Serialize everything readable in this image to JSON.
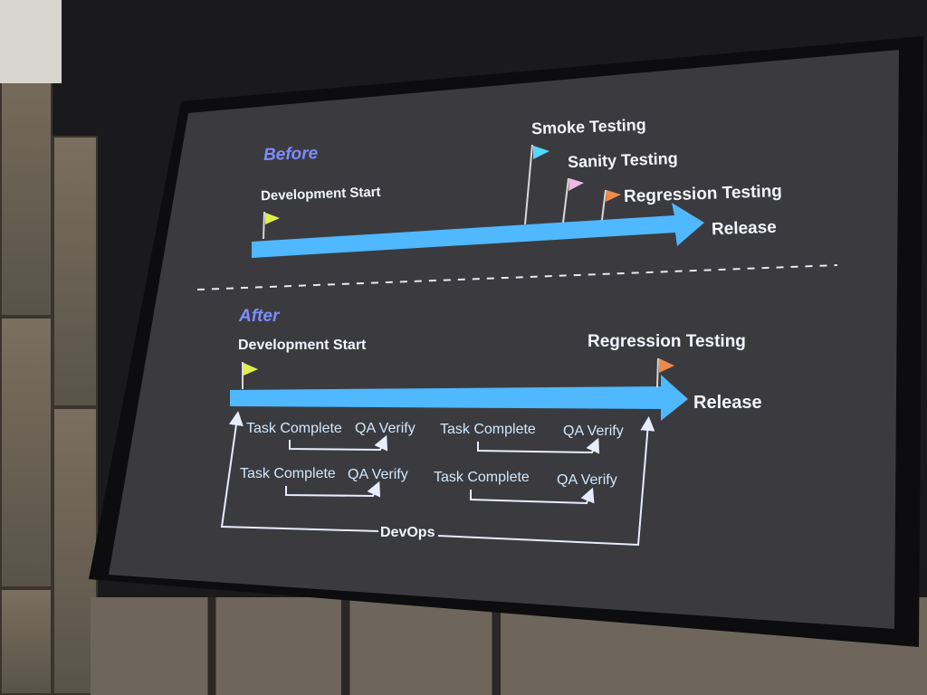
{
  "slide": {
    "before": {
      "heading": "Before",
      "dev_start": "Development Start",
      "smoke": "Smoke Testing",
      "sanity": "Sanity Testing",
      "regression": "Regression Testing",
      "release": "Release"
    },
    "after": {
      "heading": "After",
      "dev_start": "Development Start",
      "regression": "Regression Testing",
      "release": "Release",
      "cycles": [
        {
          "task": "Task Complete",
          "qa": "QA Verify"
        },
        {
          "task": "Task Complete",
          "qa": "QA Verify"
        },
        {
          "task": "Task Complete",
          "qa": "QA Verify"
        },
        {
          "task": "Task Complete",
          "qa": "QA Verify"
        }
      ],
      "devops": "DevOps"
    }
  },
  "colors": {
    "arrow": "#4fb8ff",
    "flag_yellow": "#e0f04a",
    "flag_cyan": "#54d9ff",
    "flag_pink": "#f0b8e4",
    "flag_orange": "#f08a4a",
    "heading": "#7f8cff",
    "screen": "#3b3b3f"
  }
}
